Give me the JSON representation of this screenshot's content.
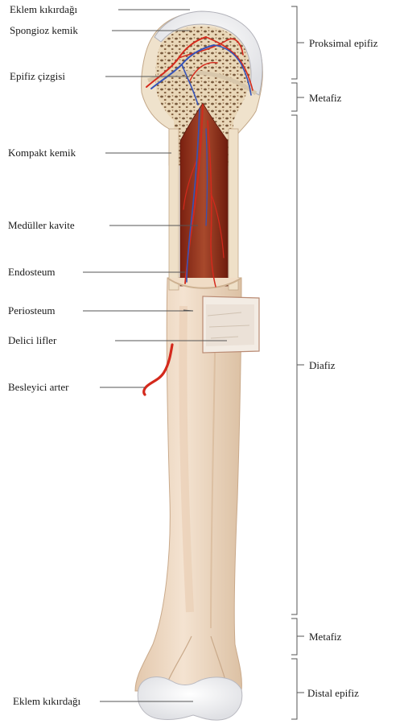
{
  "colors": {
    "bone_shaft": "#efd9c3",
    "bone_light": "#f7ebdd",
    "bone_edge": "#c7a98e",
    "cartilage": "#f2f2f4",
    "marrow": "#8d2b16",
    "artery": "#d4291c",
    "vein": "#3553b8",
    "leader": "#555555"
  },
  "left_labels": [
    {
      "id": "eklem-kikirdagi-top",
      "text": "Eklem kıkırdağı"
    },
    {
      "id": "spongioz-kemik",
      "text": "Spongioz kemik"
    },
    {
      "id": "epifiz-cizgisi",
      "text": "Epifiz çizgisi"
    },
    {
      "id": "kompakt-kemik",
      "text": "Kompakt kemik"
    },
    {
      "id": "meduller-kavite",
      "text": "Medüller kavite"
    },
    {
      "id": "endosteum",
      "text": "Endosteum"
    },
    {
      "id": "periosteum",
      "text": "Periosteum"
    },
    {
      "id": "delici-lifler",
      "text": "Delici lifler"
    },
    {
      "id": "besleyici-arter",
      "text": "Besleyici arter"
    },
    {
      "id": "eklem-kikirdagi-bottom",
      "text": "Eklem kıkırdağı"
    }
  ],
  "right_labels": [
    {
      "id": "proksimal-epifiz",
      "text": "Proksimal epifiz"
    },
    {
      "id": "metafiz-top",
      "text": "Metafiz"
    },
    {
      "id": "diafiz",
      "text": "Diafiz"
    },
    {
      "id": "metafiz-bottom",
      "text": "Metafiz"
    },
    {
      "id": "distal-epifiz",
      "text": "Distal epifiz"
    }
  ]
}
